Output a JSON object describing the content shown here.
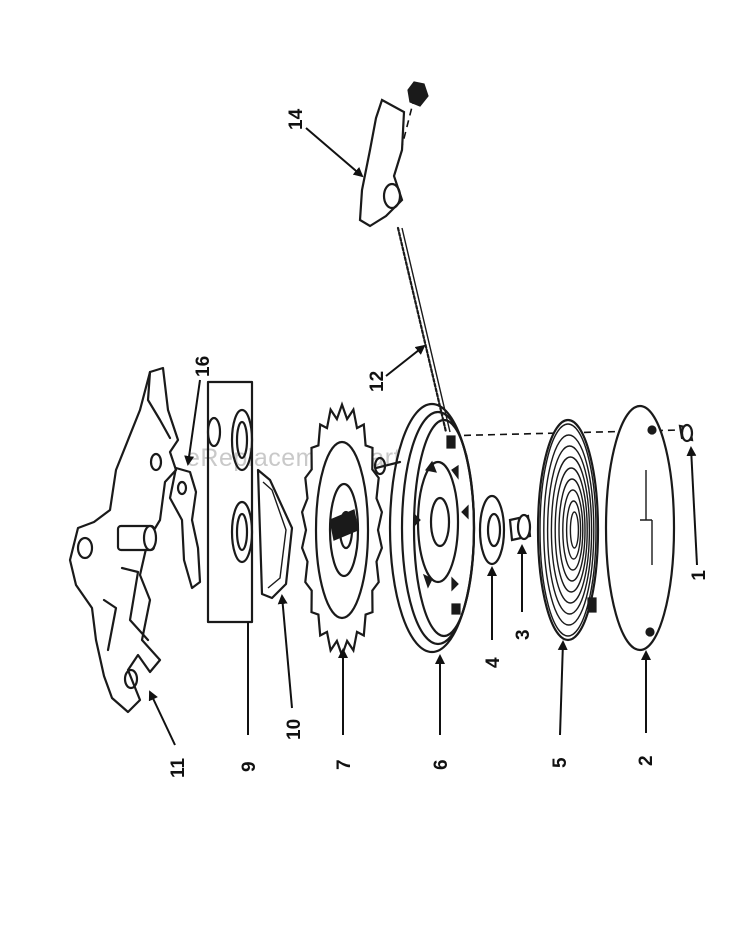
{
  "diagram": {
    "watermark": "eReplacementParts.com",
    "callouts": {
      "c1": "1",
      "c2": "2",
      "c3": "3",
      "c4": "4",
      "c5": "5",
      "c6": "6",
      "c7": "7",
      "c9": "9",
      "c10": "10",
      "c11": "11",
      "c12": "12",
      "c14": "14",
      "c16": "16"
    },
    "colors": {
      "ink": "#1a1a1a",
      "paper": "#ffffff",
      "watermark": "#c9c9c9"
    }
  }
}
